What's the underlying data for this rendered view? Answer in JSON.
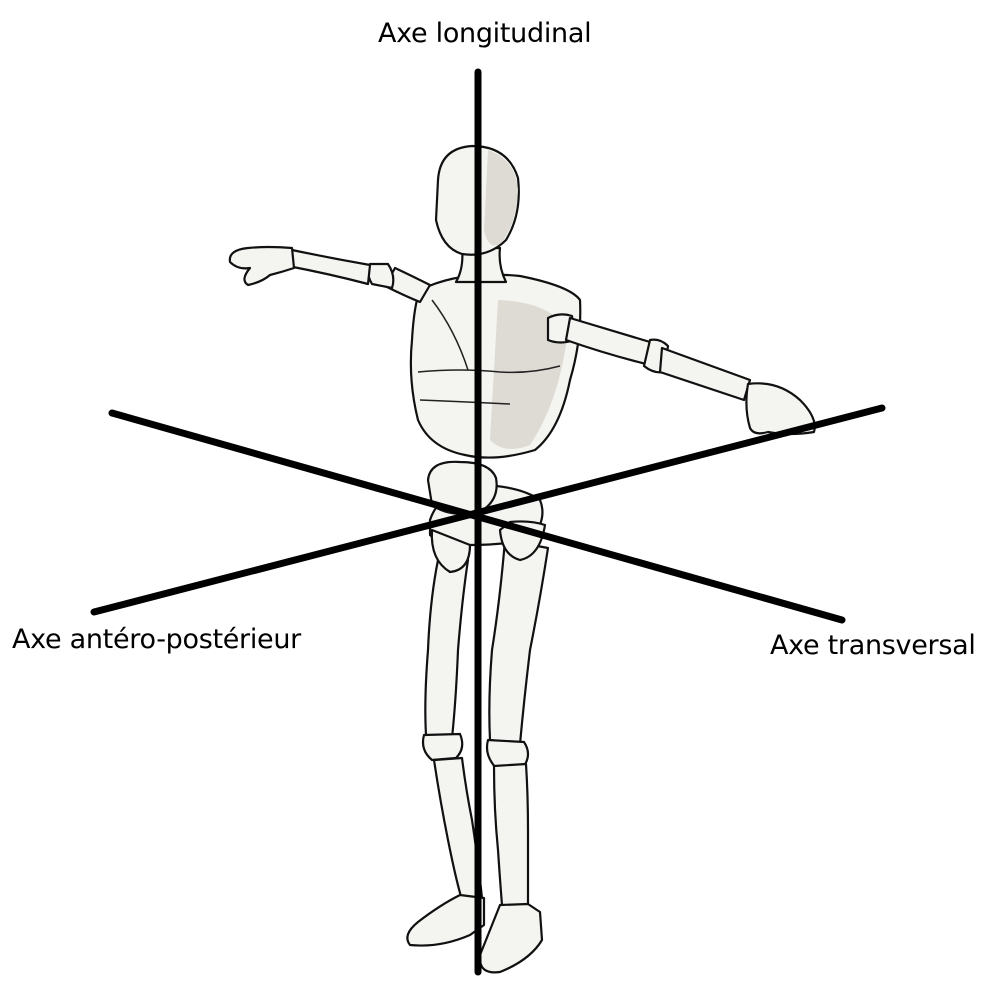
{
  "labels": {
    "longitudinal": "Axe longitudinal",
    "antero_posterior": "Axe antéro-postérieur",
    "transversal": "Axe transversal"
  },
  "colors": {
    "axis": "#000000",
    "figure_fill": "#f4f4f1",
    "figure_outline": "#111111",
    "background": "#ffffff"
  }
}
